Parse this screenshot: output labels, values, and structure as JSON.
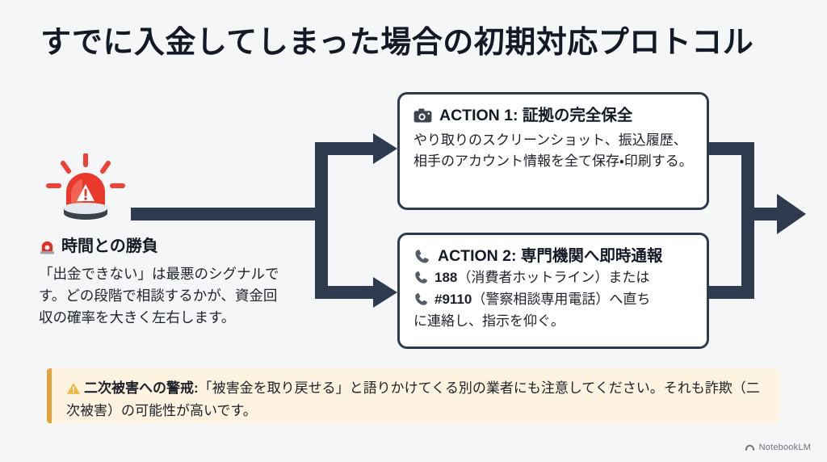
{
  "page": {
    "title": "すでに入金してしまった場合の初期対応プロトコル",
    "background_color": "#f4f6f7",
    "accent_navy": "#2e3a4d",
    "accent_amber": "#e2a33c",
    "banner_bg": "#fdf3e0"
  },
  "left": {
    "alarm_icon_name": "rotating-light-emoji",
    "heading_icon_name": "siren-emoji",
    "heading": "時間との勝負",
    "body": "「出金できない」は最悪のシグナルです。どの段階で相談するかが、資金回収の確率を大きく左右します。"
  },
  "cards": [
    {
      "icon_name": "camera-icon",
      "title": "ACTION 1: 証拠の完全保全",
      "body": "やり取りのスクリーンショット、振込履歴、相手のアカウント情報を全て保存・印刷する。"
    },
    {
      "icon_name": "telephone-icon",
      "title": "ACTION 2: 専門機関へ即時通報",
      "lines": [
        {
          "icon_name": "telephone-icon",
          "number": "188",
          "text": "（消費者ホットライン）または"
        },
        {
          "icon_name": "telephone-icon",
          "number": "#9110",
          "text": "（警察相談専用電話）へ直ち"
        }
      ],
      "tail": "に連絡し、指示を仰ぐ。"
    }
  ],
  "warning": {
    "icon_name": "warning-triangle-icon",
    "label": "二次被害への警戒:",
    "text": "「被害金を取り戻せる」と語りかけてくる別の業者にも注意してください。それも詐欺（二次被害）の可能性が高いです。"
  },
  "watermark": {
    "icon_name": "notebooklm-logo-icon",
    "label": "NotebookLM"
  }
}
